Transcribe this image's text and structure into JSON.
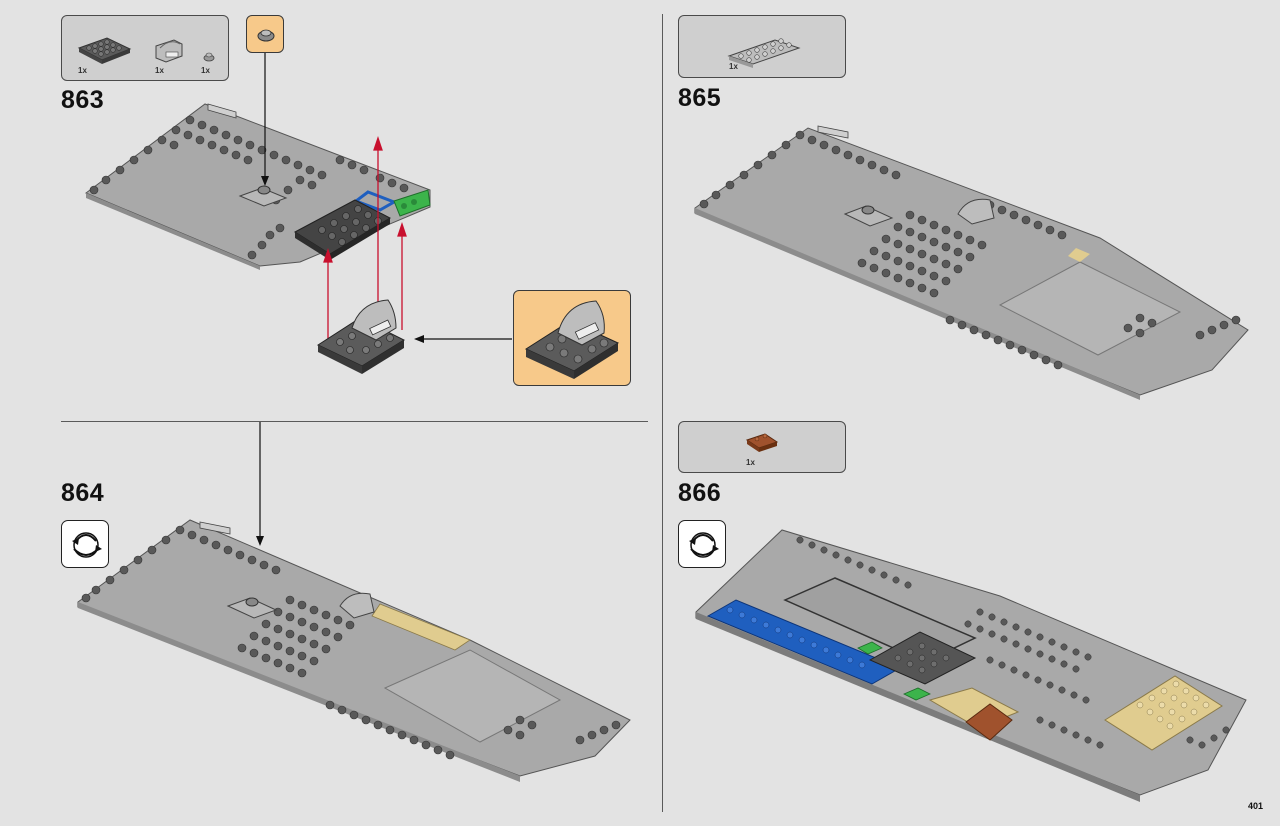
{
  "page": {
    "number": "401"
  },
  "steps": [
    {
      "id": "863",
      "number": "863",
      "parts": [
        {
          "qty": "1x"
        },
        {
          "qty": "1x"
        },
        {
          "qty": "1x"
        }
      ]
    },
    {
      "id": "864",
      "number": "864",
      "parts": []
    },
    {
      "id": "865",
      "number": "865",
      "parts": [
        {
          "qty": "1x"
        }
      ]
    },
    {
      "id": "866",
      "number": "866",
      "parts": [
        {
          "qty": "1x"
        }
      ]
    }
  ],
  "icons": {
    "rotate": "rotate-model-icon"
  },
  "colors": {
    "light_gray": "#a9a9a9",
    "dark_gray": "#595959",
    "callout": "#f7c98a",
    "arrow_red": "#c8102e",
    "blue": "#1f5fbf",
    "green": "#3cb44b",
    "tan": "#e0cc8f",
    "brown": "#a0522d"
  }
}
